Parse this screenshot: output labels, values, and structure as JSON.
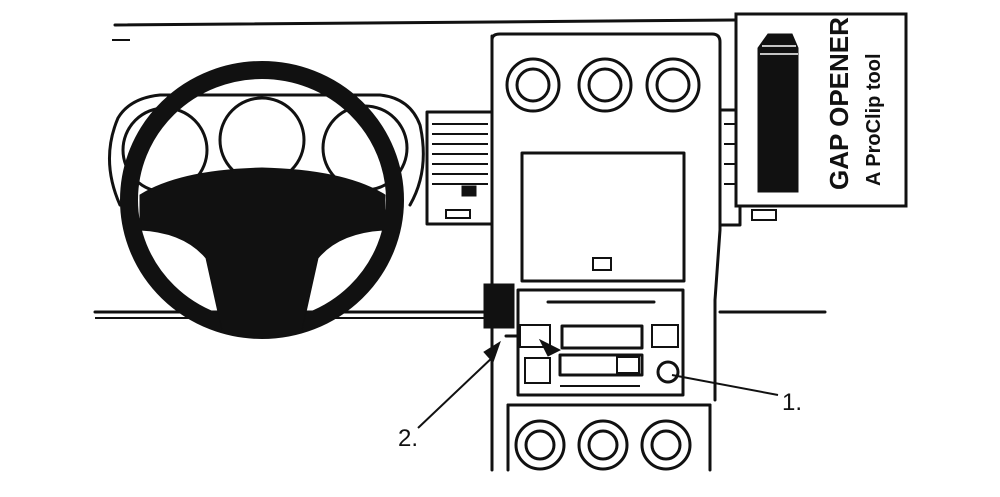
{
  "callouts": {
    "one": "1.",
    "two": "2."
  },
  "tool_box": {
    "title": "GAP OPENER",
    "subtitle": "A ProClip tool"
  },
  "colors": {
    "ink": "#111111",
    "paper": "#ffffff"
  }
}
